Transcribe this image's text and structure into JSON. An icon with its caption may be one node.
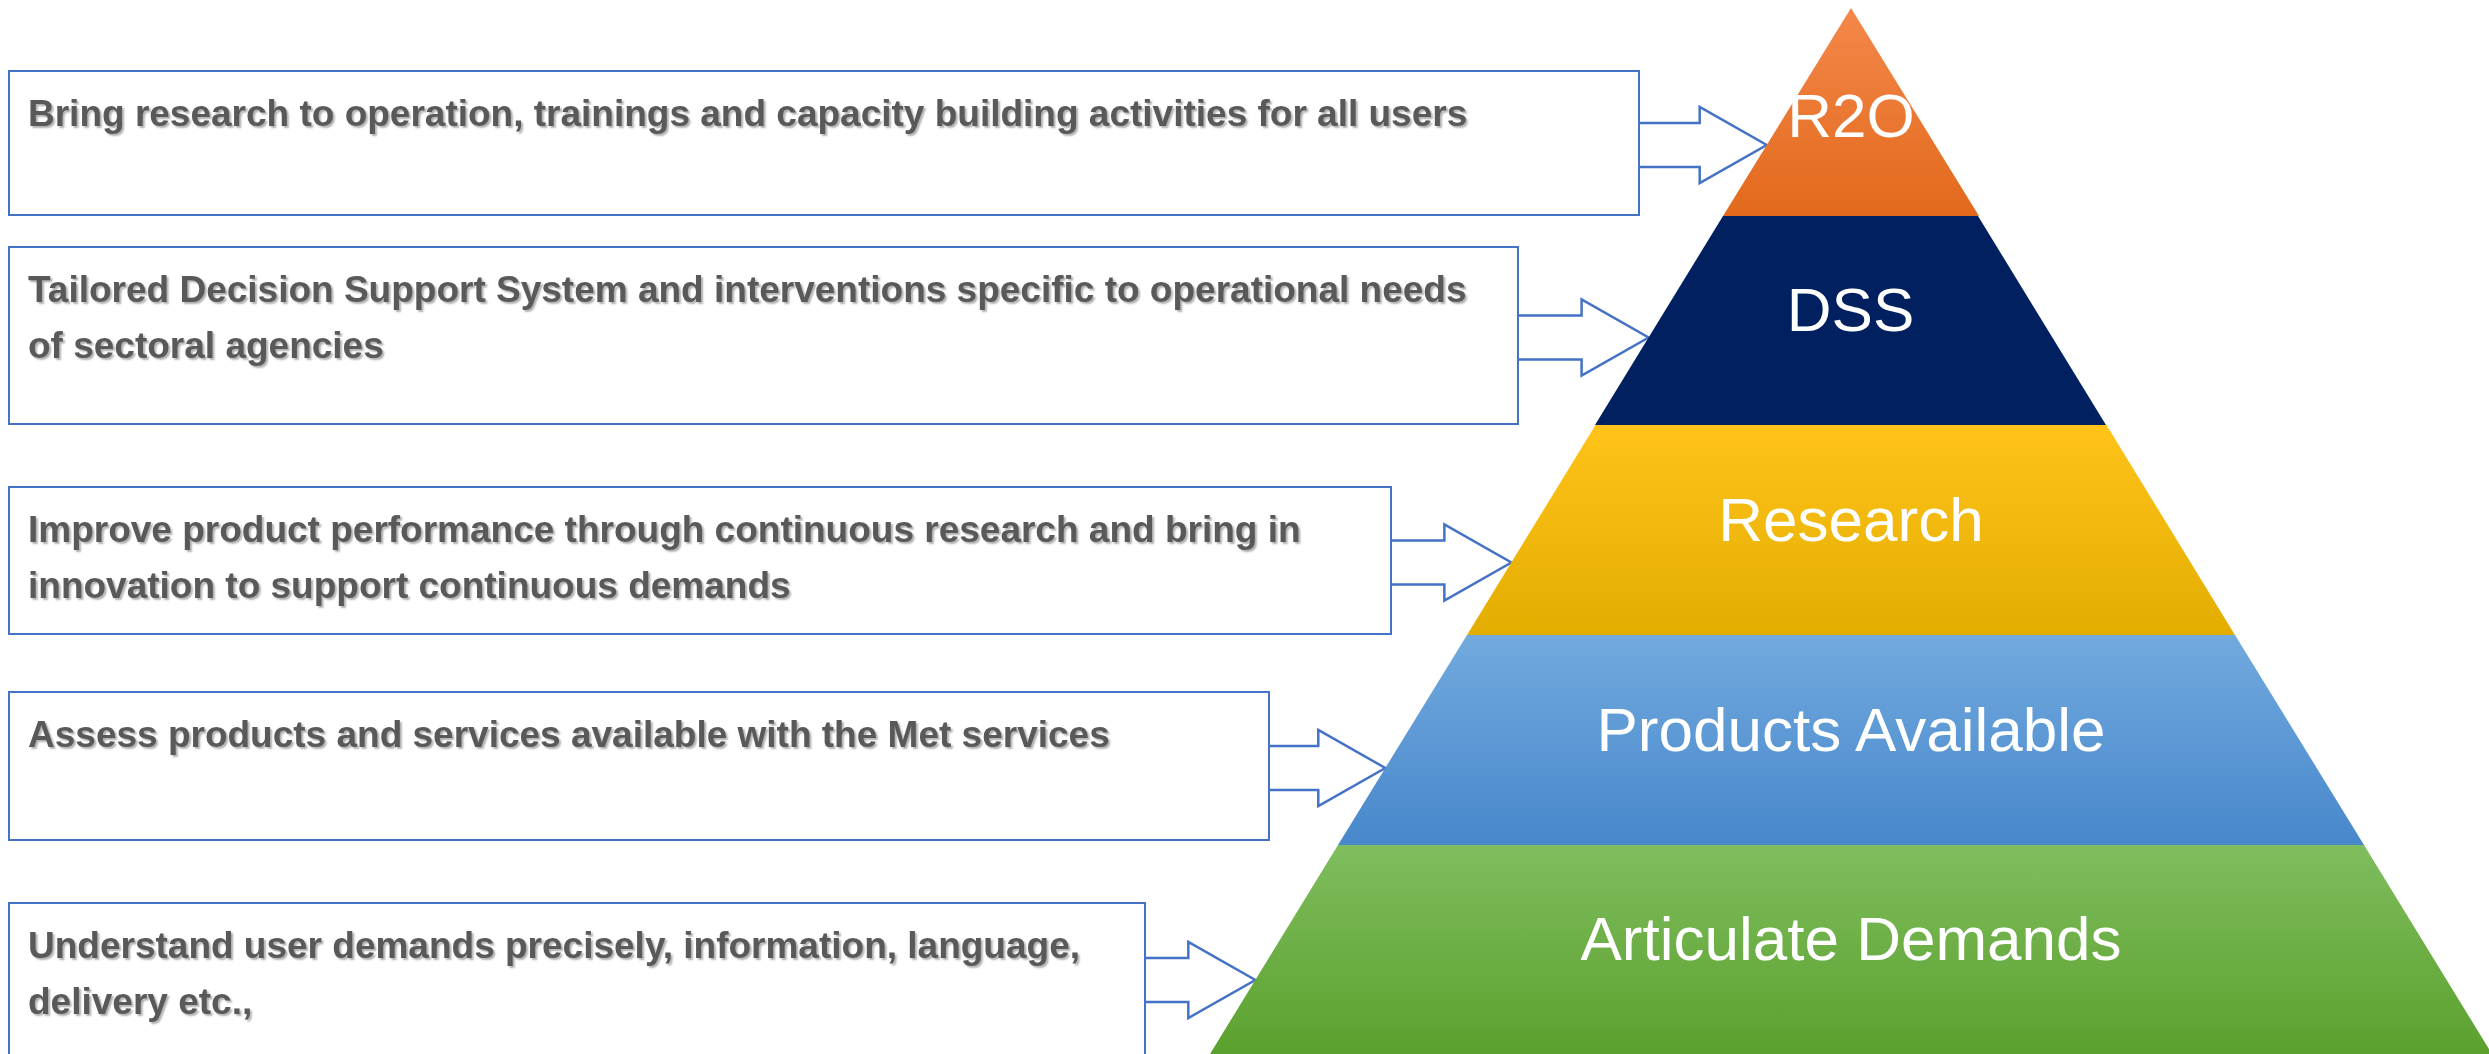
{
  "diagram": {
    "nodes": [
      {
        "text": [
          "R2O"
        ]
      },
      {
        "text": [
          "DSS"
        ]
      },
      {
        "text": [
          "Research"
        ]
      },
      {
        "text": [
          "Products Available"
        ]
      },
      {
        "text": [
          "Articulate Demands"
        ]
      },
      {
        "text": [
          "Bring research to operation, trainings and capacity building activities for all users"
        ]
      },
      {
        "text": [
          "Tailored Decision Support System and interventions specific to operational needs of sectoral agencies"
        ]
      },
      {
        "text": [
          "Improve product performance through continuous research and bring in innovation to support continuous demands"
        ]
      },
      {
        "text": [
          "Assess products and services available with the Met services"
        ]
      },
      {
        "text": [
          "Understand user demands precisely, information, language, delivery etc.,"
        ]
      }
    ],
    "edges": [
      {
        "from": 5,
        "to": 0,
        "arrow": "to"
      },
      {
        "from": 6,
        "to": 1,
        "arrow": "to"
      },
      {
        "from": 7,
        "to": 2,
        "arrow": "to"
      },
      {
        "from": 8,
        "to": 3,
        "arrow": "to"
      },
      {
        "from": 9,
        "to": 4,
        "arrow": "to"
      }
    ]
  }
}
